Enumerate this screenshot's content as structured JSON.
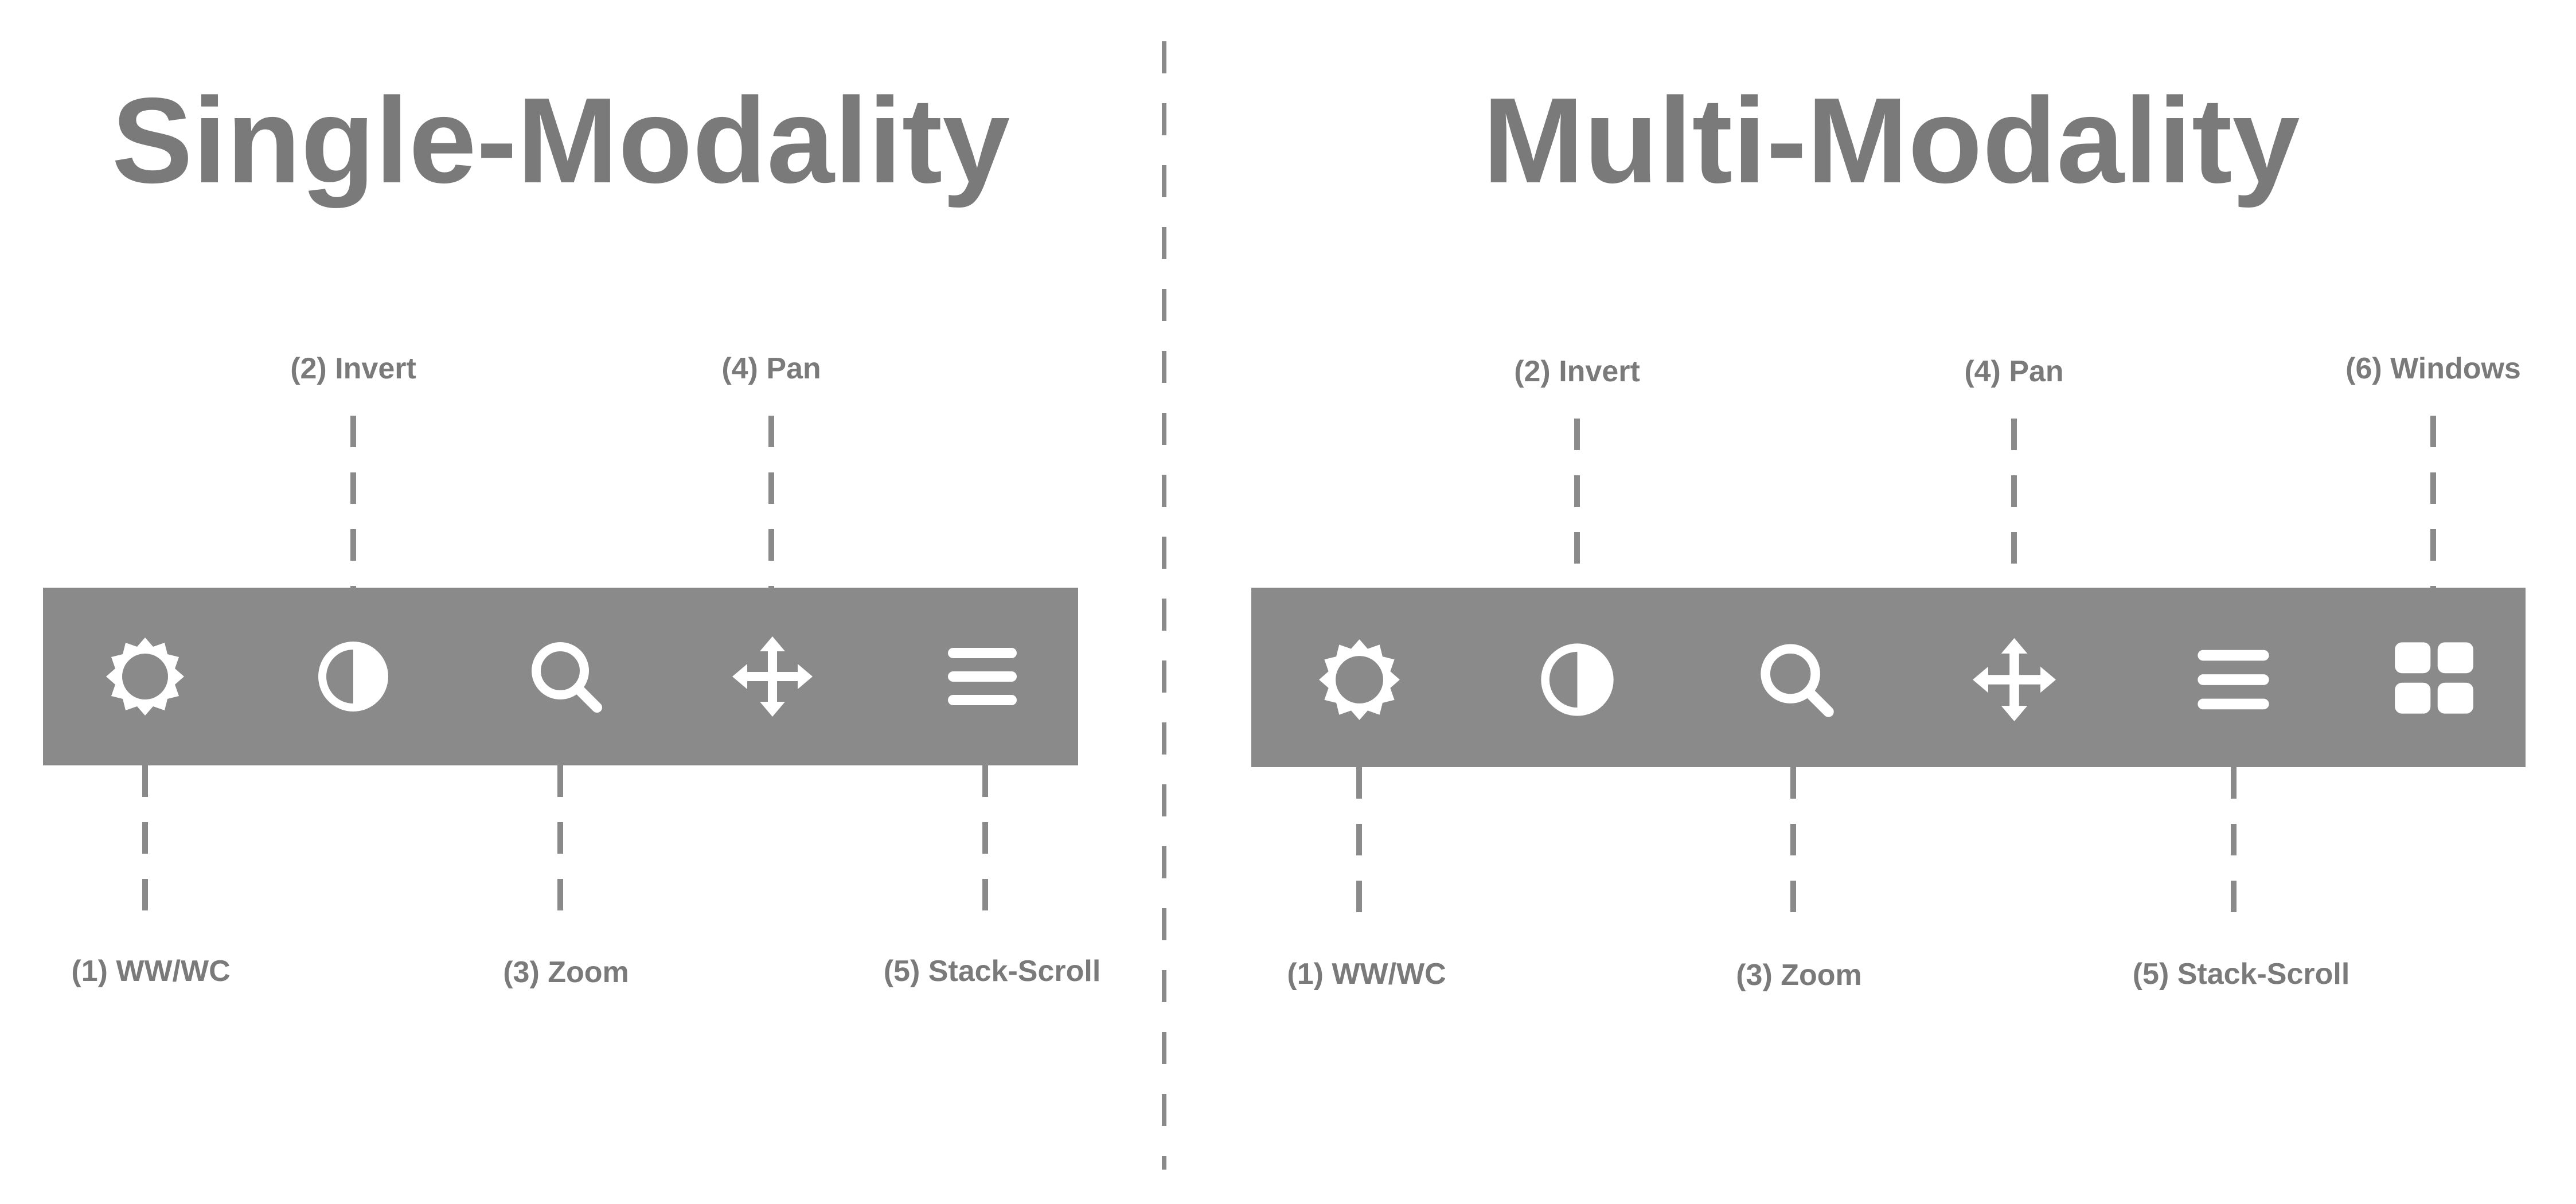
{
  "colors": {
    "toolbar": "#8a8a8a",
    "text": "#7a7a7a",
    "line": "#8a8a8a",
    "icon": "#ffffff",
    "background": "#ffffff"
  },
  "panels": [
    {
      "title": "Single-Modality",
      "tools": [
        {
          "label": "(1) WW/WC",
          "icon": "sun-icon"
        },
        {
          "label": "(2) Invert",
          "icon": "contrast-icon"
        },
        {
          "label": "(3) Zoom",
          "icon": "search-icon"
        },
        {
          "label": "(4) Pan",
          "icon": "move-arrows-icon"
        },
        {
          "label": "(5) Stack-Scroll",
          "icon": "stack-bars-icon"
        }
      ]
    },
    {
      "title": "Multi-Modality",
      "tools": [
        {
          "label": "(1) WW/WC",
          "icon": "sun-icon"
        },
        {
          "label": "(2) Invert",
          "icon": "contrast-icon"
        },
        {
          "label": "(3) Zoom",
          "icon": "search-icon"
        },
        {
          "label": "(4) Pan",
          "icon": "move-arrows-icon"
        },
        {
          "label": "(5) Stack-Scroll",
          "icon": "stack-bars-icon"
        },
        {
          "label": "(6) Windows",
          "icon": "grid-windows-icon"
        }
      ]
    }
  ]
}
